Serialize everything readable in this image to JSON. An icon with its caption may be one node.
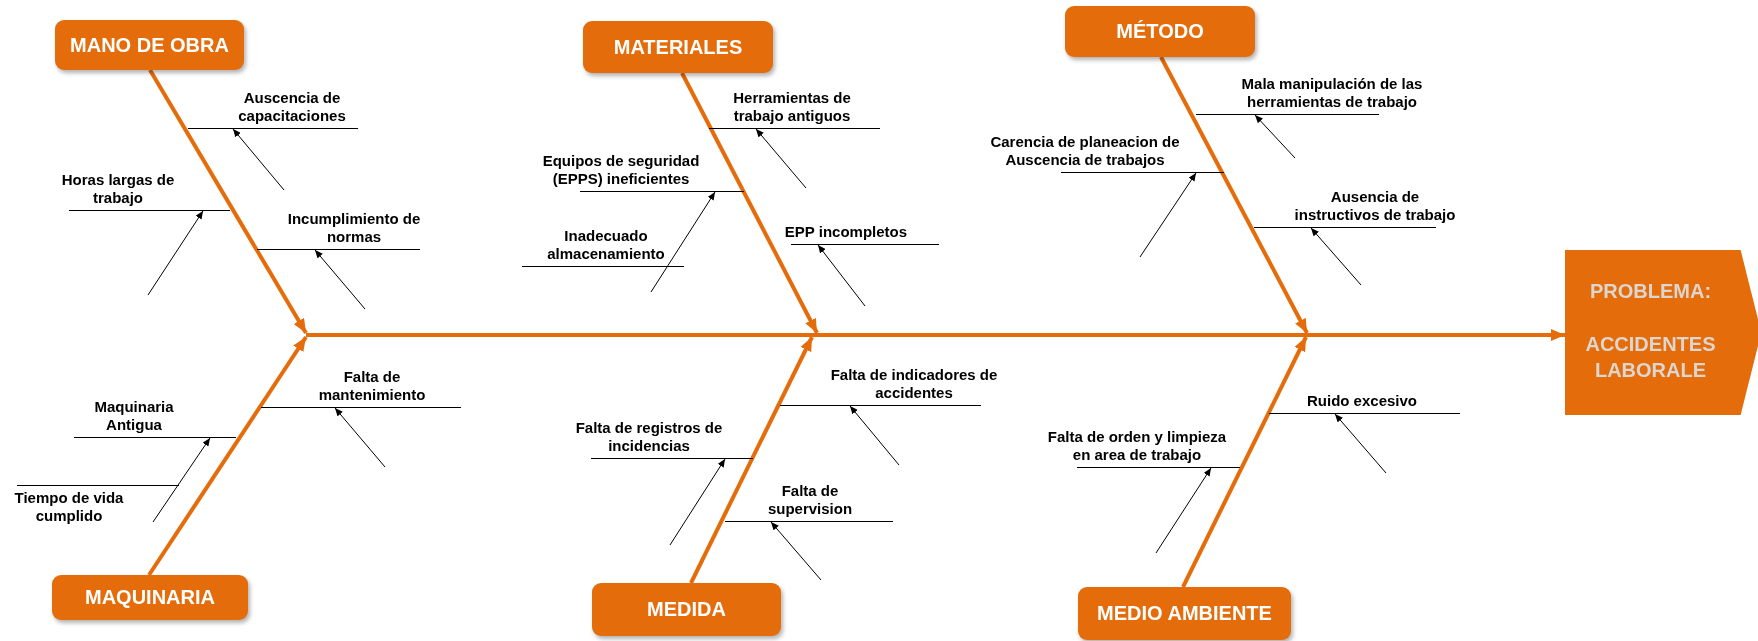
{
  "diagram": {
    "nodes": [
      {
        "text": [
          "MANO DE OBRA"
        ]
      },
      {
        "text": [
          "MATERIALES"
        ]
      },
      {
        "text": [
          "MÉTODO"
        ]
      },
      {
        "text": [
          "Auscencia de capacitaciones"
        ]
      },
      {
        "text": [
          "Herramientas de trabajo antiguos"
        ]
      },
      {
        "text": [
          "Mala manipulación de las herramientas de trabajo"
        ]
      },
      {
        "text": [
          "Carencia de planeacion de Auscencia de trabajos"
        ]
      },
      {
        "text": [
          "Horas largas de trabajo"
        ]
      },
      {
        "text": [
          "Equipos de seguridad (EPPS) ineficientes"
        ]
      },
      {
        "text": [
          "Ausencia de instructivos de trabajo"
        ]
      },
      {
        "text": [
          "EPP incompletos"
        ]
      },
      {
        "text": [
          "Incumplimiento de normas"
        ]
      },
      {
        "text": [
          "Inadecuado almacenamiento"
        ]
      },
      {
        "text": [
          "PROBLEMA:",
          "ACCIDENTES LABORALE"
        ]
      },
      {
        "text": [
          "Falta de indicadores de accidentes"
        ]
      },
      {
        "text": [
          "Falta de mantenimiento"
        ]
      },
      {
        "text": [
          "Ruido excesivo"
        ]
      },
      {
        "text": [
          "Maquinaria Antigua"
        ]
      },
      {
        "text": [
          "Falta de registros de incidencias"
        ]
      },
      {
        "text": [
          "Falta de orden y limpieza en area de trabajo"
        ]
      },
      {
        "text": [
          "Falta de supervision"
        ]
      },
      {
        "text": [
          "Tiempo de vida cumplido"
        ]
      },
      {
        "text": [
          "MAQUINARIA"
        ]
      },
      {
        "text": [
          "MEDIDA"
        ]
      },
      {
        "text": [
          "MEDIO AMBIENTE"
        ]
      },
      {
        "text": [],
        "shape": "bar"
      }
    ],
    "edges": [
      {
        "from": 25,
        "to": 13,
        "arrow": "to",
        "style": "thick",
        "color": "#e46c0a"
      },
      {
        "from": 0,
        "to": 25,
        "arrow": "to",
        "style": "thick",
        "color": "#e46c0a"
      },
      {
        "from": 1,
        "to": 25,
        "arrow": "to",
        "style": "thick",
        "color": "#e46c0a"
      },
      {
        "from": 2,
        "to": 25,
        "arrow": "to",
        "style": "thick",
        "color": "#e46c0a"
      },
      {
        "from": 22,
        "to": 25,
        "arrow": "to",
        "style": "thick",
        "color": "#e46c0a"
      },
      {
        "from": 23,
        "to": 25,
        "arrow": "to",
        "style": "thick",
        "color": "#e46c0a"
      },
      {
        "from": 24,
        "to": 25,
        "arrow": "to",
        "style": "thick",
        "color": "#e46c0a"
      },
      {
        "from": null,
        "to": 3,
        "arrow": "to"
      },
      {
        "from": null,
        "to": 4,
        "arrow": "to"
      },
      {
        "from": null,
        "to": 5,
        "arrow": "to"
      },
      {
        "from": null,
        "to": 6,
        "arrow": "to"
      },
      {
        "from": null,
        "to": 7,
        "arrow": "to"
      },
      {
        "from": null,
        "to": 8,
        "arrow": "to"
      },
      {
        "from": null,
        "to": 9,
        "arrow": "to"
      },
      {
        "from": null,
        "to": 10,
        "arrow": "to"
      },
      {
        "from": null,
        "to": 11,
        "arrow": "to"
      },
      {
        "from": null,
        "to": 14,
        "arrow": "to"
      },
      {
        "from": null,
        "to": 15,
        "arrow": "to"
      },
      {
        "from": null,
        "to": 16,
        "arrow": "to"
      },
      {
        "from": null,
        "to": 17,
        "arrow": "to"
      },
      {
        "from": null,
        "to": 18,
        "arrow": "to"
      },
      {
        "from": null,
        "to": 19,
        "arrow": "to"
      },
      {
        "from": null,
        "to": 20,
        "arrow": "to"
      }
    ]
  }
}
